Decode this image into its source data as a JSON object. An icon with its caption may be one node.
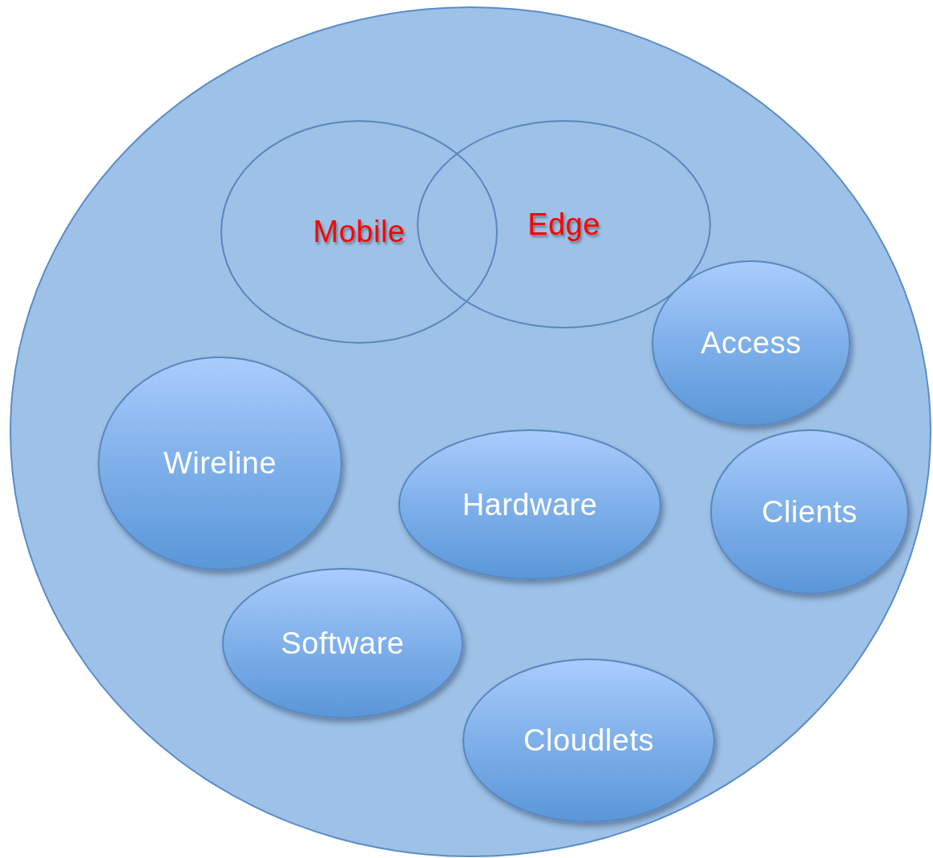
{
  "diagram": {
    "nodes": [
      {
        "text": [],
        "shape": "circle"
      },
      {
        "text": [
          "Mobile"
        ],
        "in": 0
      },
      {
        "text": [
          "Edge"
        ],
        "in": 0
      },
      {
        "text": [
          "Access"
        ],
        "in": 0
      },
      {
        "text": [
          "Wireline"
        ],
        "in": 0
      },
      {
        "text": [
          "Hardware"
        ],
        "in": 0
      },
      {
        "text": [
          "Clients"
        ],
        "in": 0
      },
      {
        "text": [
          "Software"
        ],
        "in": 0
      },
      {
        "text": [
          "Cloudlets"
        ],
        "in": 0
      }
    ]
  }
}
